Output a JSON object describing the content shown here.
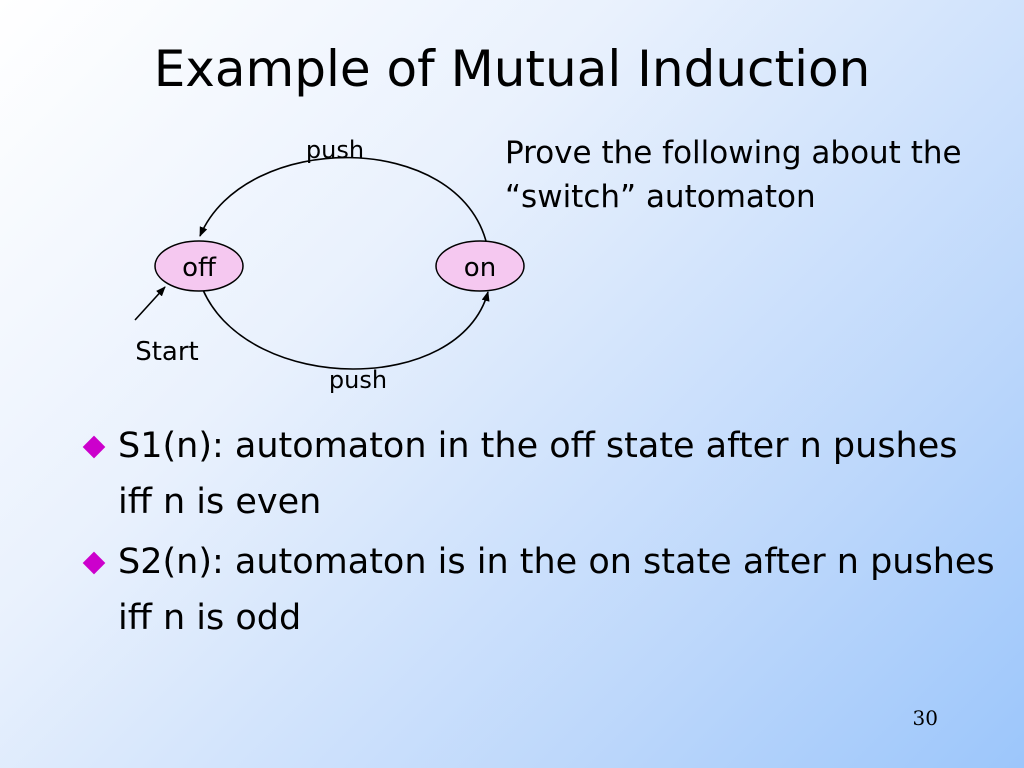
{
  "slide": {
    "title": "Example of Mutual Induction",
    "intro": "Prove the following about the “switch” automaton",
    "page_number": "30",
    "bullet_color": "#cc00cc",
    "bullets": [
      "S1(n): automaton in the off state after n pushes iff n is even",
      "S2(n): automaton is in the on state after n pushes iff n is odd"
    ]
  },
  "diagram": {
    "states": [
      {
        "id": "off",
        "label": "off",
        "fill": "#f5c8f0"
      },
      {
        "id": "on",
        "label": "on",
        "fill": "#f5c8f0"
      }
    ],
    "transitions": [
      {
        "from": "on",
        "to": "off",
        "label": "push"
      },
      {
        "from": "off",
        "to": "on",
        "label": "push"
      }
    ],
    "start_state": "off",
    "start_label": "Start"
  }
}
